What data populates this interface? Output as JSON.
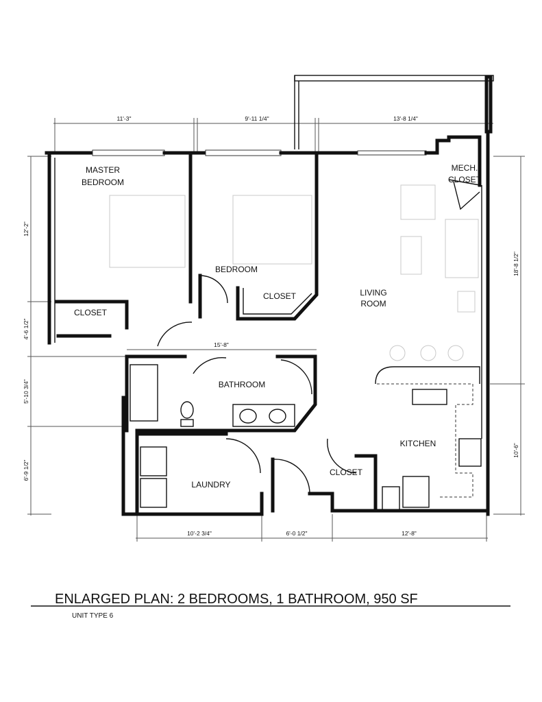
{
  "title": "ENLARGED PLAN: 2 BEDROOMS, 1 BATHROOM, 950 SF",
  "subtitle": "UNIT TYPE 6",
  "rooms": {
    "master_bedroom_line1": "MASTER",
    "master_bedroom_line2": "BEDROOM",
    "bedroom": "BEDROOM",
    "bedroom_closet": "CLOSET",
    "master_closet": "CLOSET",
    "living_line1": "LIVING",
    "living_line2": "ROOM",
    "mech_line1": "MECH.",
    "mech_line2": "CLOSET",
    "bathroom": "BATHROOM",
    "kitchen": "KITCHEN",
    "kitchen_closet": "CLOSET",
    "laundry": "LAUNDRY"
  },
  "dimensions": {
    "top": [
      "11'-3\"",
      "9'-11 1/4\"",
      "13'-8 1/4\""
    ],
    "left": [
      "12'-2\"",
      "4'-6 1/2\"",
      "5'-10 3/4\"",
      "6'-9 1/2\""
    ],
    "right": [
      "18'-8 1/2\"",
      "10'-6\""
    ],
    "bottom": [
      "10'-2 3/4\"",
      "6'-0 1/2\"",
      "12'-8\""
    ],
    "bathroom_width": "15'-8\""
  }
}
